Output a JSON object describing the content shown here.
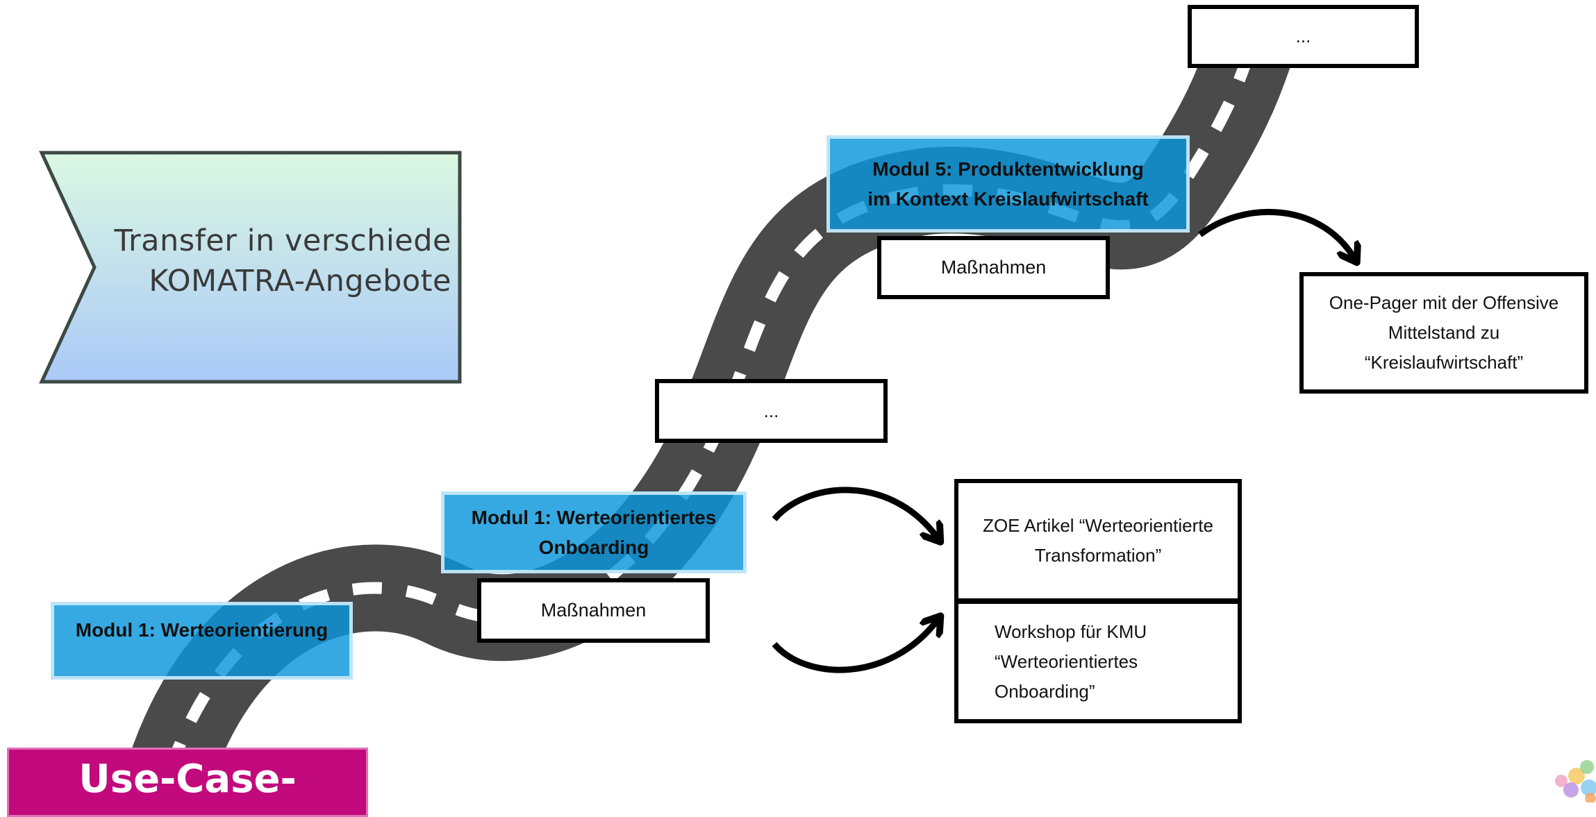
{
  "banner": {
    "text_line1": "Transfer in verschiede",
    "text_line2": "KOMATRA-Angebote"
  },
  "modules": {
    "m1": "Modul 1: Werteorientierung",
    "m2_line1": "Modul 1: Werteorientiertes",
    "m2_line2": "Onboarding",
    "m5_line1": "Modul 5: Produktentwicklung",
    "m5_line2": "im Kontext Kreislaufwirtschaft"
  },
  "boxes": {
    "top_ellipsis": "...",
    "mid_ellipsis": "...",
    "massnahmen_upper": "Maßnahmen",
    "massnahmen_lower": "Maßnahmen",
    "onepager_line1": "One-Pager mit der Offensive",
    "onepager_line2": "Mittelstand zu",
    "onepager_line3": "“Kreislaufwirtschaft”",
    "zoe_line1": "ZOE Artikel “Werteorientierte",
    "zoe_line2": "Transformation”",
    "workshop_line1": "Workshop für KMU",
    "workshop_line2": "“Werteorientiertes",
    "workshop_line3": "Onboarding”"
  },
  "usecase_label": "Use-Case-",
  "colors": {
    "road": "#4a4a4a",
    "module_fill": "#0a96dc",
    "banner_top": "#d9f7e1",
    "banner_bottom": "#aecdf5",
    "usecase": "#c20a7c"
  }
}
